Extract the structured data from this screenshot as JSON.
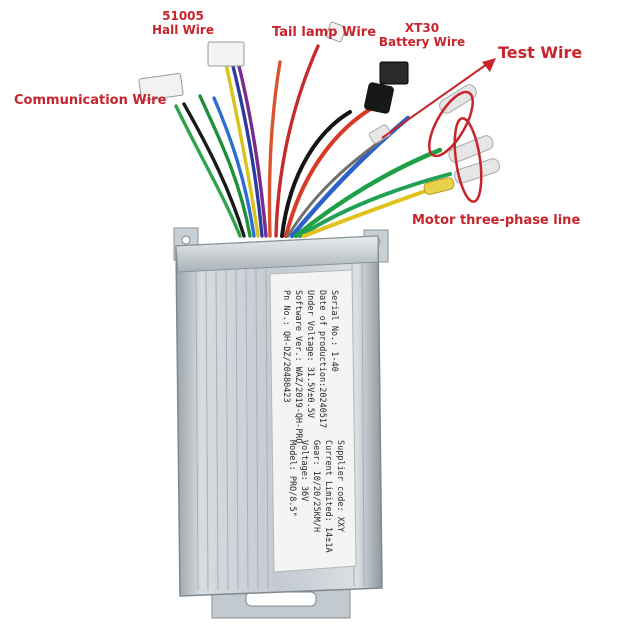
{
  "callouts": {
    "hall": [
      "51005",
      "Hall Wire"
    ],
    "tail_lamp": "Tail lamp Wire",
    "xt30": [
      "XT30",
      "Battery Wire"
    ],
    "test": "Test Wire",
    "communication": "Communication Wire",
    "motor": "Motor three-phase line"
  },
  "sticker": {
    "col1": [
      "Pn No.: QH-DZ/20480423",
      "Software Ver.: WAZ/2019-QH-PRO",
      "Under Voltage: 31.5V±0.5V",
      "Date of production:20240517",
      "Serial No.: 1-40"
    ],
    "col2": [
      "Model: PRO/8.5\"",
      "Voltage: 36V",
      "Gear: 10/20/25KM/H",
      "Current Limited: 14±1A",
      "Supplier code: XXY"
    ]
  },
  "colors": {
    "callout_red": "#c7242b",
    "housing": "#b9c2c9"
  }
}
